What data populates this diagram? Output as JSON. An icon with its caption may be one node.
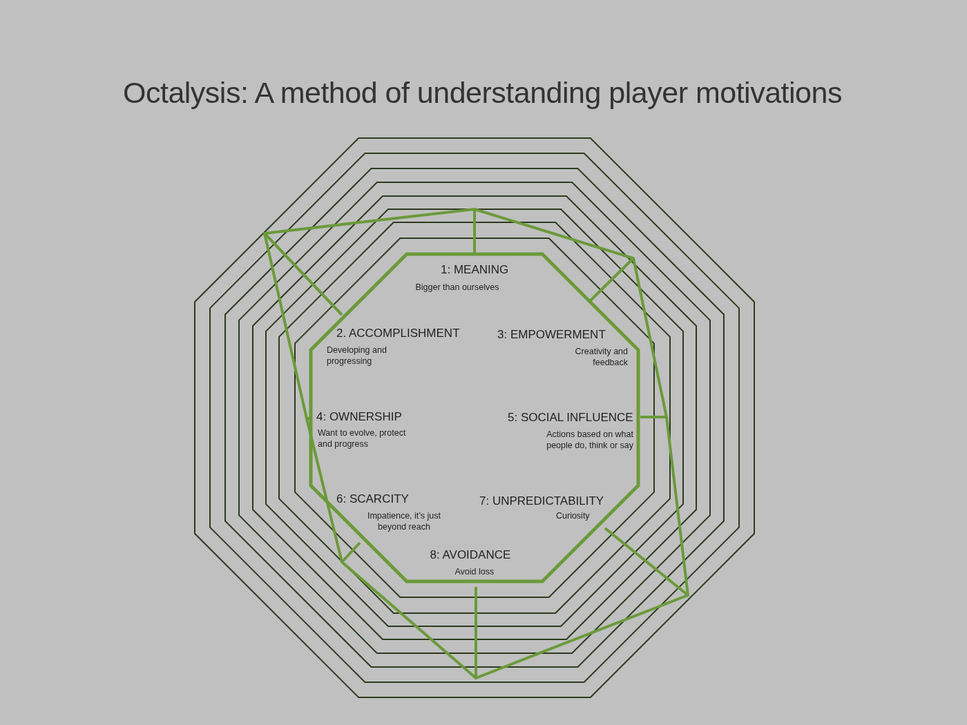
{
  "diagram": {
    "title": "Octalysis: A method of understanding player motivations",
    "labels": [
      "1: MEANING",
      "Bigger than ourselves",
      "2. ACCOMPLISHMENT",
      "Developing and progressing",
      "3: EMPOWERMENT",
      "Creativity and feedback",
      "4: OWNERSHIP",
      "Want to evolve, protect and progress",
      "5: SOCIAL INFLUENCE",
      "Actions based on what people do, think or say",
      "6: SCARCITY",
      "Impatience, it’s just beyond reach",
      "7: UNPREDICTABILITY",
      "Curiosity",
      "8: AVOIDANCE",
      "Avoid loss"
    ]
  }
}
